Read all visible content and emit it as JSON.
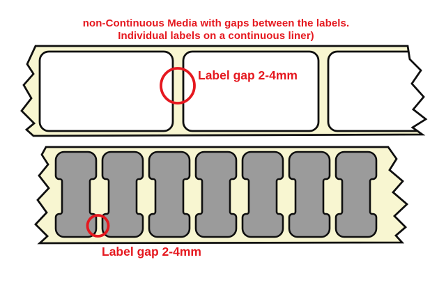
{
  "title": {
    "line1": "non-Continuous Media with gaps between the labels.",
    "line2": "Individual labels on a continuous liner)"
  },
  "colors": {
    "annotation_red": "#e5181f",
    "liner_cream": "#f8f6d1",
    "label_white": "#ffffff",
    "label_gray": "#9b9b9b",
    "outline_black": "#0f0f0f",
    "page_background": "#ffffff"
  },
  "top_strip": {
    "label_count": 3,
    "annotation": {
      "text": "Label gap 2-4mm"
    }
  },
  "bottom_strip": {
    "label_count": 7,
    "annotation": {
      "text": "Label gap 2-4mm"
    }
  }
}
